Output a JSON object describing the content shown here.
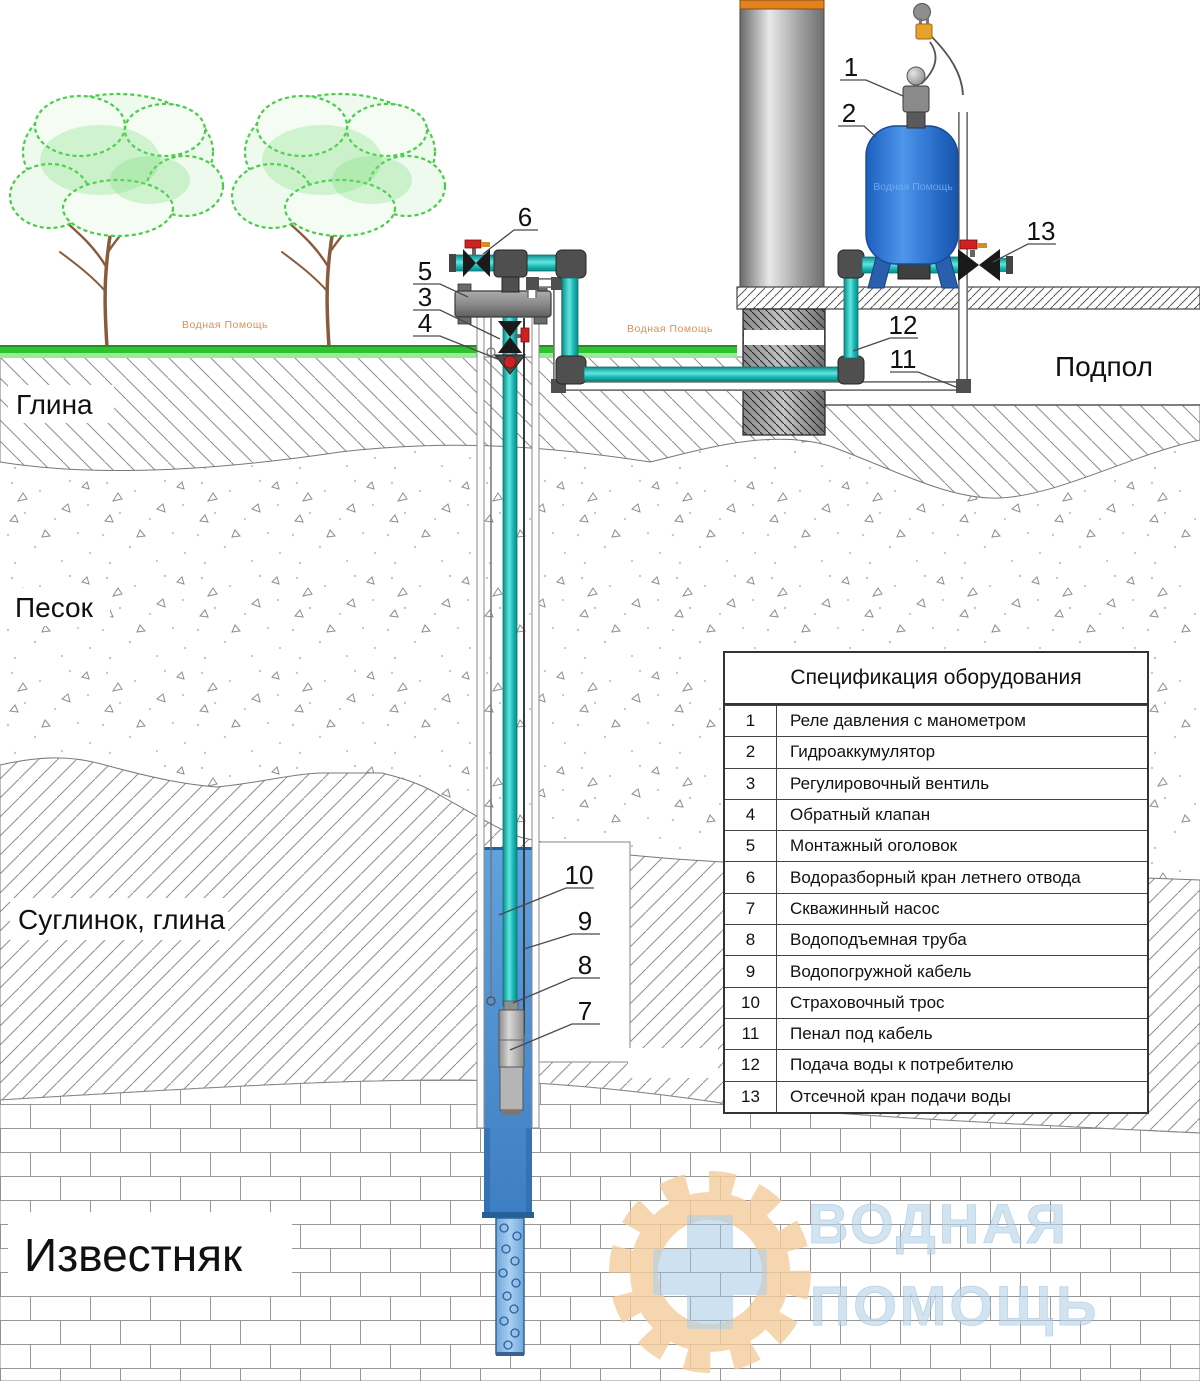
{
  "spec_table": {
    "title": "Спецификация оборудования",
    "rows": [
      {
        "num": "1",
        "label": "Реле давления с манометром"
      },
      {
        "num": "2",
        "label": "Гидроаккумулятор"
      },
      {
        "num": "3",
        "label": "Регулировочный вентиль"
      },
      {
        "num": "4",
        "label": "Обратный клапан"
      },
      {
        "num": "5",
        "label": "Монтажный оголовок"
      },
      {
        "num": "6",
        "label": "Водоразборный кран летнего отвода"
      },
      {
        "num": "7",
        "label": "Скважинный  насос"
      },
      {
        "num": "8",
        "label": "Водоподъемная труба"
      },
      {
        "num": "9",
        "label": "Водопогружной кабель"
      },
      {
        "num": "10",
        "label": "Страховочный трос"
      },
      {
        "num": "11",
        "label": "Пенал под кабель"
      },
      {
        "num": "12",
        "label": "Подача воды к потребителю"
      },
      {
        "num": "13",
        "label": "Отсечной кран подачи воды"
      }
    ]
  },
  "layers": {
    "clay": "Глина",
    "sand": "Песок",
    "loam": "Суглинок, глина",
    "limestone": "Известняк"
  },
  "house": {
    "cellar_label": "Подпол"
  },
  "callouts": {
    "n1": "1",
    "n2": "2",
    "n3": "3",
    "n4": "4",
    "n5": "5",
    "n6": "6",
    "n7": "7",
    "n8": "8",
    "n9": "9",
    "n10": "10",
    "n11": "11",
    "n12": "12",
    "n13": "13"
  },
  "watermarks": {
    "small_text": "Водная Помощь",
    "logo_line1": "ВОДНАЯ",
    "logo_line2": "ПОМОЩЬ"
  },
  "colors": {
    "pipe_teal": "#18BDB9",
    "tank_blue": "#2F7BD6",
    "grass_green": "#2EC22E",
    "accent_orange": "#E2821E",
    "valve_red": "#CC2222"
  }
}
